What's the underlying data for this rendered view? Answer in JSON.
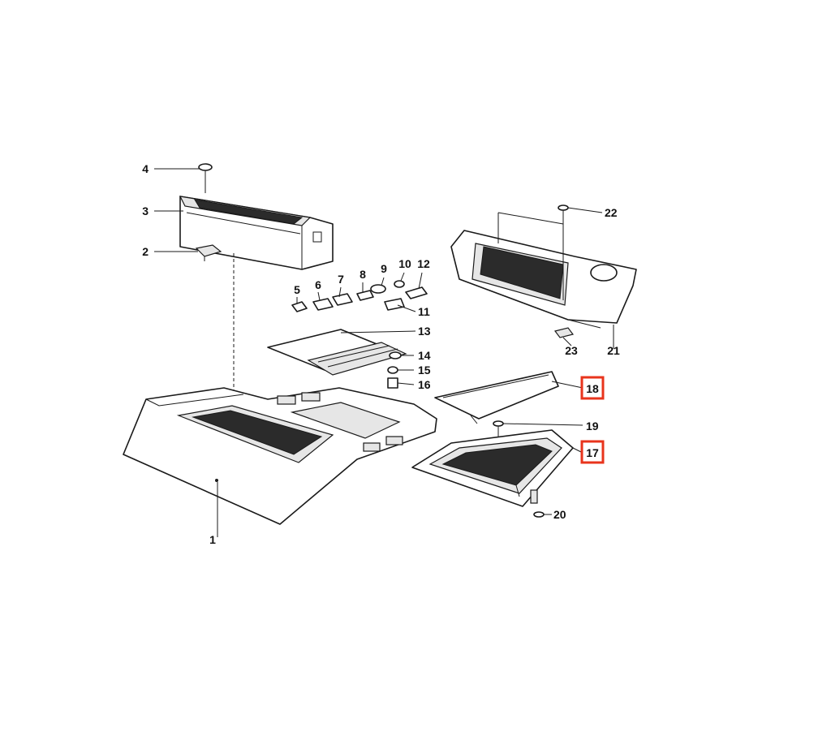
{
  "callouts": {
    "c1": "1",
    "c2": "2",
    "c3": "3",
    "c4": "4",
    "c5": "5",
    "c6": "6",
    "c7": "7",
    "c8": "8",
    "c9": "9",
    "c10": "10",
    "c11": "11",
    "c12": "12",
    "c13": "13",
    "c14": "14",
    "c15": "15",
    "c16": "16",
    "c17": "17",
    "c18": "18",
    "c19": "19",
    "c20": "20",
    "c21": "21",
    "c22": "22",
    "c23": "23"
  },
  "highlighted": [
    "17",
    "18"
  ],
  "colors": {
    "highlight": "#e8341c",
    "line": "#1a1a1a",
    "background": "#ffffff"
  }
}
